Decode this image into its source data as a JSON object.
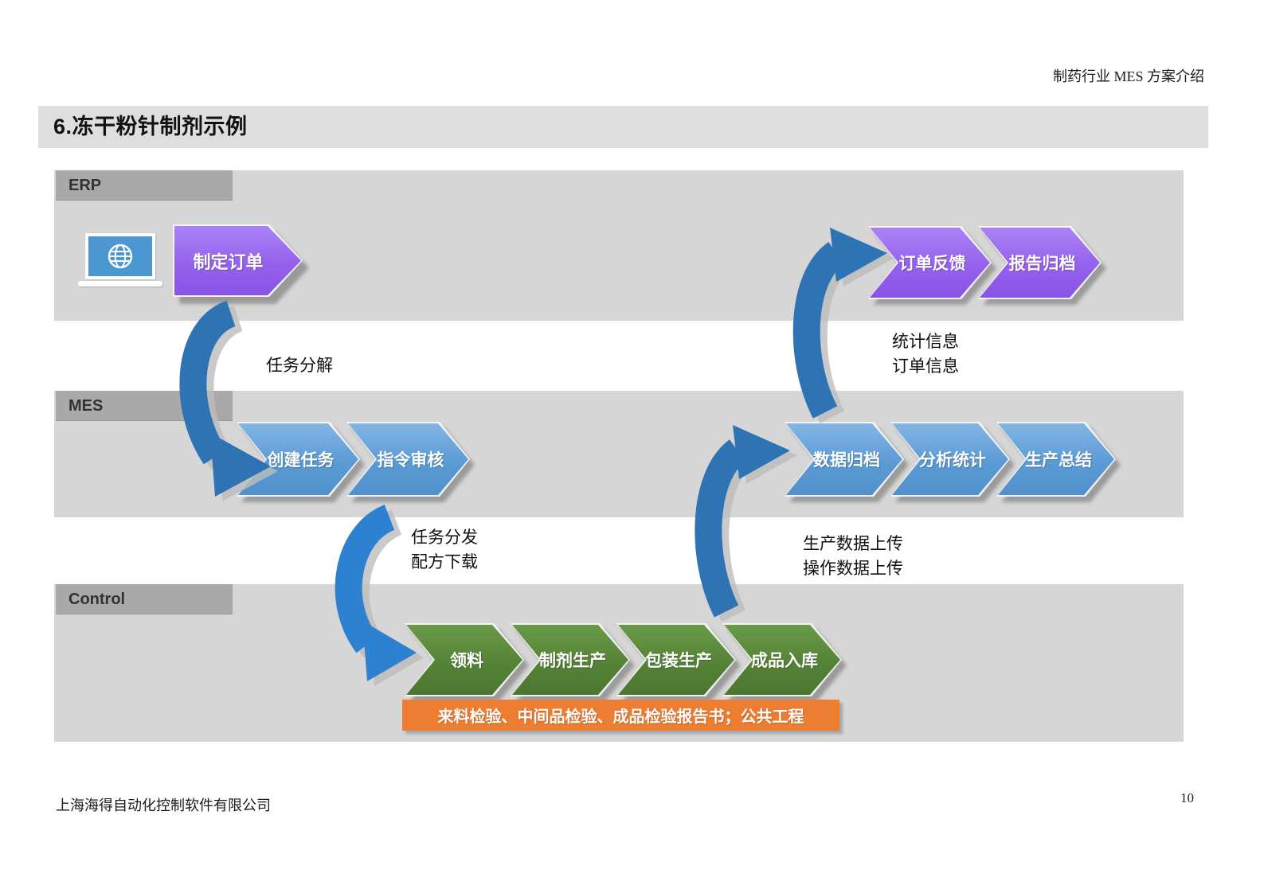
{
  "header": {
    "doc_title": "制药行业 MES 方案介绍"
  },
  "section_title": "6.冻干粉针制剂示例",
  "lanes": {
    "erp": "ERP",
    "mes": "MES",
    "control": "Control"
  },
  "steps": {
    "erp_create_order": "制定订单",
    "erp_feedback": [
      "订单反馈",
      "报告归档"
    ],
    "mes_left": [
      "创建任务",
      "指令审核"
    ],
    "mes_right": [
      "数据归档",
      "分析统计",
      "生产总结"
    ],
    "control": [
      "领料",
      "制剂生产",
      "包装生产",
      "成品入库"
    ],
    "qc_banner": "来料检验、中间品检验、成品检验报告书；公共工程"
  },
  "flow_labels": {
    "task_decompose": "任务分解",
    "stat_info_line1": "统计信息",
    "stat_info_line2": "订单信息",
    "task_dispatch_line1": "任务分发",
    "task_dispatch_line2": "配方下载",
    "data_upload_line1": "生产数据上传",
    "data_upload_line2": "操作数据上传"
  },
  "footer": {
    "company": "上海海得自动化控制软件有限公司",
    "page_number": "10"
  },
  "colors": {
    "lane_gray": "#d6d6d6",
    "tab_gray": "#a9a9a9",
    "step_blue": "#5B9BD5",
    "step_purple": "#9561EC",
    "step_green": "#538135",
    "qc_orange": "#ED7D31",
    "curve_blue": "#2E74B5"
  }
}
